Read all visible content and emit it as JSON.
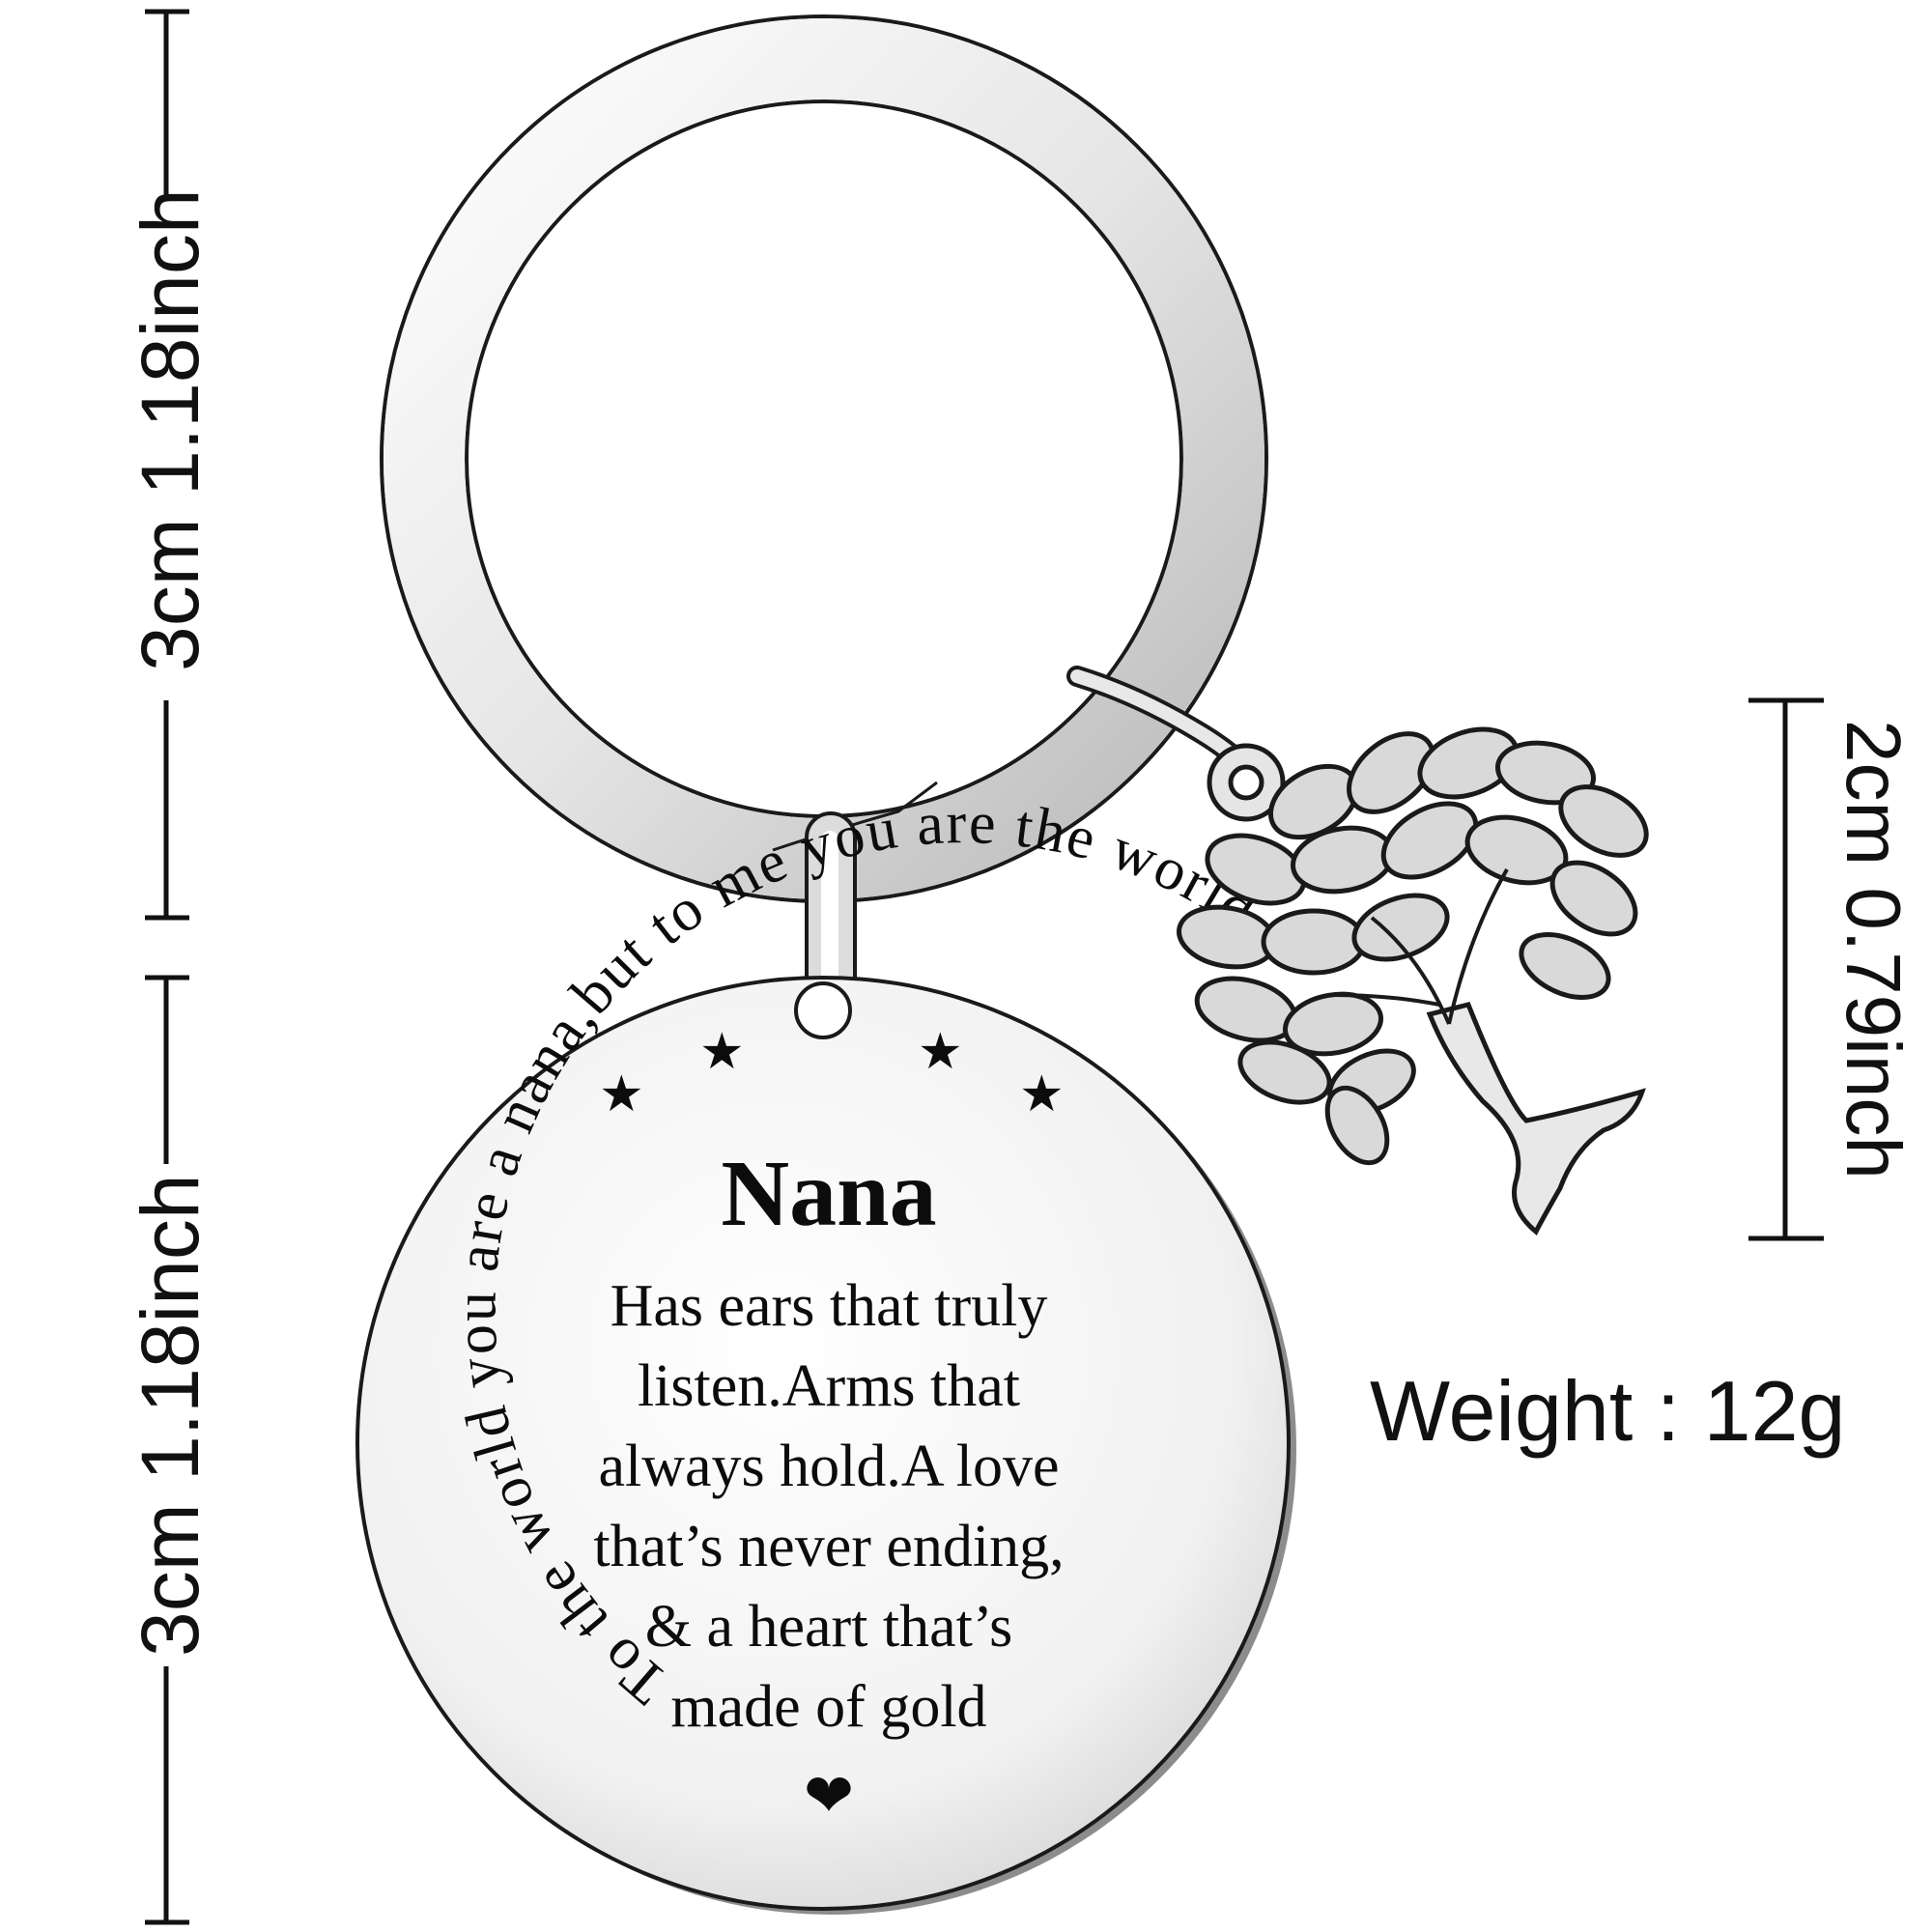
{
  "dimensions": {
    "ring_height_label": "3cm 1.18inch",
    "disc_height_label": "3cm 1.18inch",
    "charm_height_label": "2cm 0.79inch"
  },
  "weight_label": "Weight : 12g",
  "disc": {
    "title": "Nana",
    "body_lines": [
      "Has  ears  that truly",
      "listen.Arms  that",
      "always  hold.A love",
      "that’s never ending,",
      "& a heart that’s",
      "made of gold"
    ],
    "arc_text": "To the world you are a nana,but to me you are the world",
    "stars": [
      "★",
      "★",
      "★",
      "★"
    ],
    "heart": "❤"
  },
  "colors": {
    "metal_light": "#f4f4f4",
    "metal_mid": "#c9c9c9",
    "outline": "#1a1a1a",
    "text": "#111111"
  }
}
